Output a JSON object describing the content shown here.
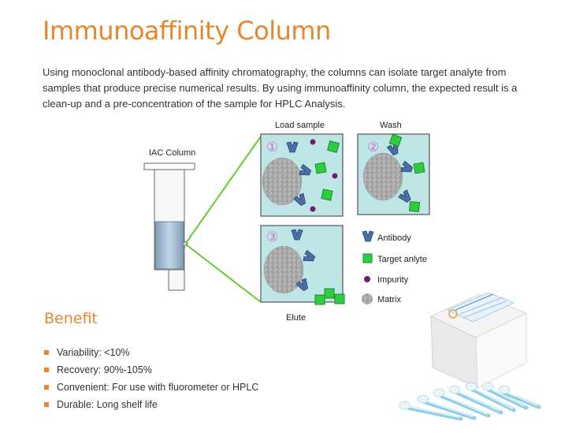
{
  "title": "Immunoaffinity Column",
  "intro": "Using monoclonal antibody-based affinity chromatography, the columns can isolate target analyte from samples that produce precise numerical results. By using immunoaffinity column, the expected result is a clean-up and a pre-concentration of the sample for HPLC Analysis.",
  "diagram": {
    "column_label": "IAC Column",
    "load_label": "Load sample",
    "wash_label": "Wash",
    "elute_label": "Elute",
    "step1": "①",
    "step2": "②",
    "step3": "③",
    "legend": [
      {
        "label": "Antibody",
        "icon": "antibody-icon"
      },
      {
        "label": "Target anlyte",
        "icon": "target-analyte-icon"
      },
      {
        "label": "Impurity",
        "icon": "impurity-icon"
      },
      {
        "label": "Matrix",
        "icon": "matrix-icon"
      }
    ],
    "colors": {
      "panel_fill": "#bfe6e6",
      "panel_border": "#555555",
      "connector": "#66cc33",
      "antibody": "#4a6fa5",
      "analyte": "#2ecc40",
      "impurity": "#6b1f6e",
      "matrix": "#a8a8a8",
      "step_number": "#d070c8"
    }
  },
  "benefit": {
    "title": "Benefit",
    "items": [
      "Variability: <10%",
      "Recovery: 90%-105%",
      "Convenient: For use with fluorometer or HPLC",
      "Durable: Long shelf life"
    ]
  },
  "colors": {
    "accent": "#e8862d",
    "text": "#333333"
  }
}
